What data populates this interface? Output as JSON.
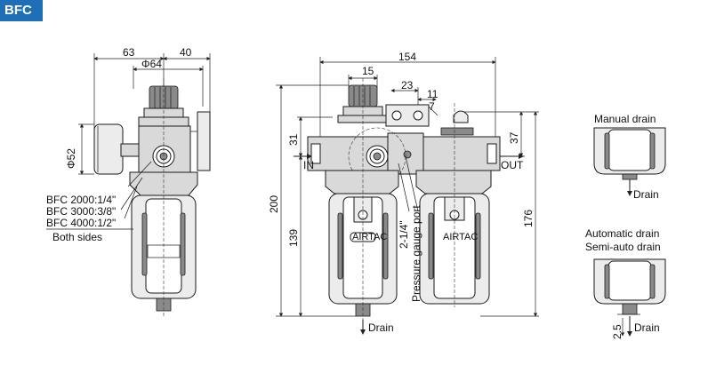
{
  "badge": "BFC",
  "left_view": {
    "dim_63": "63",
    "dim_40": "40",
    "dim_phi64": "Φ64",
    "dim_phi52": "Φ52",
    "port_labels": [
      "BFC 2000:1/4\"",
      "BFC 3000:3/8\"",
      "BFC 4000:1/2\"",
      "Both sides"
    ]
  },
  "middle_view": {
    "dim_154": "154",
    "dim_15": "15",
    "dim_23": "23",
    "dim_11": "11",
    "dim_7": "7",
    "dim_31": "31",
    "dim_37": "37",
    "dim_200": "200",
    "dim_139": "139",
    "dim_176": "176",
    "in_label": "IN",
    "out_label": "OUT",
    "gauge_size": "2-1/4\"",
    "gauge_label": "Pressure gauge port",
    "drain": "Drain"
  },
  "right_view": {
    "manual_title": "Manual drain",
    "manual_drain": "Drain",
    "auto_title_1": "Automatic drain",
    "auto_title_2": "Semi-auto drain",
    "dim_25": "2.5",
    "auto_drain": "Drain"
  },
  "brand": "AIRTAC"
}
